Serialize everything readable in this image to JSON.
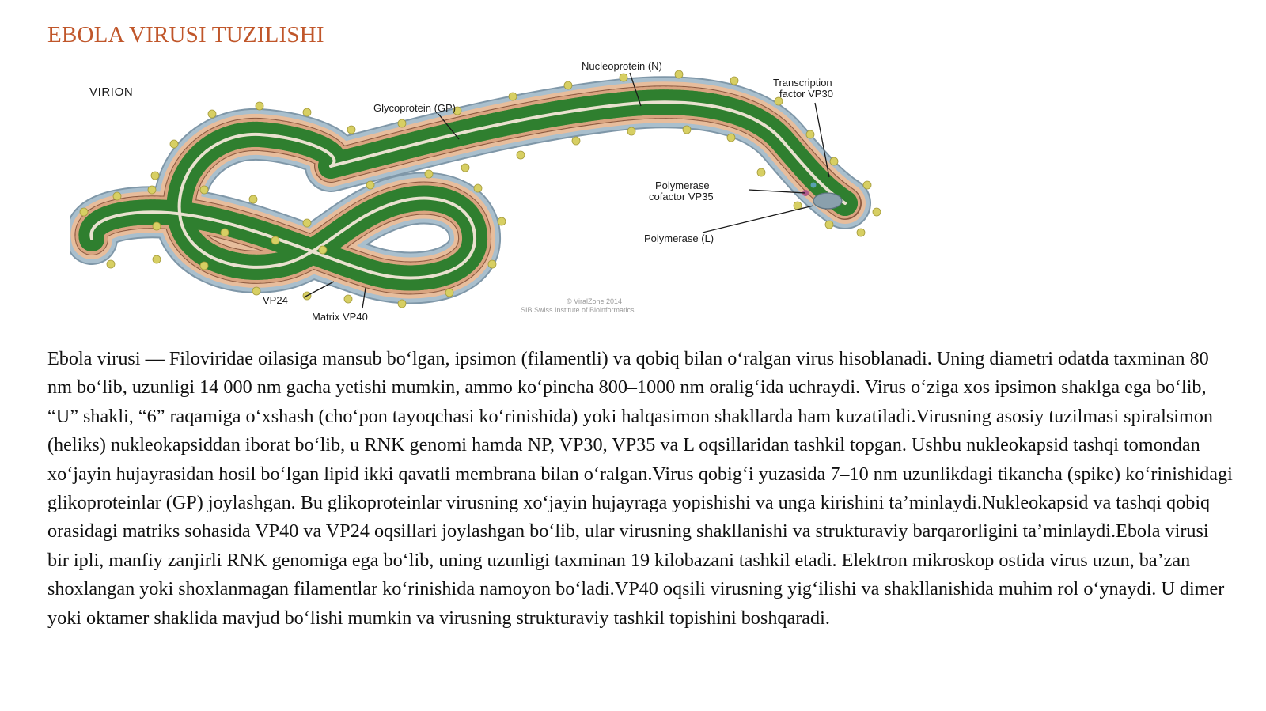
{
  "slide": {
    "title": "EBOLA VIRUSI TUZILISHI",
    "figure": {
      "virion_label": "VIRION",
      "labels": {
        "nucleoprotein": "Nucleoprotein (N)",
        "glycoprotein": "Glycoprotein (GP)",
        "transcription_line1": "Transcription",
        "transcription_line2": "factor VP30",
        "cofactor_line1": "Polymerase",
        "cofactor_line2": "cofactor VP35",
        "polymerase": "Polymerase (L)",
        "vp24": "VP24",
        "matrix": "Matrix VP40"
      },
      "credit_line1": "© ViralZone 2014",
      "credit_line2": "SIB Swiss Institute of Bioinformatics",
      "colors": {
        "membrane": "#9fb6c6",
        "matrix_layer": "#e7bd9c",
        "capsid_ring": "#9c6a4e",
        "nucleocapsid": "#3f9a3f",
        "spike": "#d7cf63",
        "title": "#c0562a"
      }
    },
    "body": "Ebola virusi — Filoviridae oilasiga mansub bo‘lgan, ipsimon (filamentli) va qobiq bilan o‘ralgan virus hisoblanadi. Uning diametri odatda taxminan 80 nm bo‘lib, uzunligi 14 000 nm gacha yetishi mumkin, ammo ko‘pincha 800–1000 nm oralig‘ida uchraydi. Virus o‘ziga xos ipsimon shaklga ega bo‘lib, “U” shakli, “6” raqamiga o‘xshash (cho‘pon tayoqchasi ko‘rinishida) yoki halqasimon shakllarda ham kuzatiladi.Virusning asosiy tuzilmasi spiralsimon (heliks) nukleokapsiddan iborat bo‘lib, u RNK genomi hamda NP, VP30, VP35 va L oqsillaridan tashkil topgan. Ushbu nukleokapsid tashqi tomondan xo‘jayin hujayrasidan hosil bo‘lgan lipid ikki qavatli membrana bilan o‘ralgan.Virus qobig‘i yuzasida 7–10 nm uzunlikdagi tikancha (spike) ko‘rinishidagi glikoproteinlar (GP) joylashgan. Bu glikoproteinlar virusning xo‘jayin hujayraga yopishishi va unga kirishini ta’minlaydi.Nukleokapsid va tashqi qobiq orasidagi matriks sohasida VP40 va VP24 oqsillari joylashgan bo‘lib, ular virusning shakllanishi va strukturaviy barqarorligini ta’minlaydi.Ebola virusi bir ipli, manfiy zanjirli RNK genomiga ega bo‘lib, uning uzunligi taxminan 19 kilobazani tashkil etadi. Elektron mikroskop ostida virus uzun, ba’zan shoxlangan yoki shoxlanmagan filamentlar ko‘rinishida namoyon bo‘ladi.VP40 oqsili virusning yig‘ilishi va shakllanishida muhim rol o‘ynaydi. U dimer yoki oktamer shaklida mavjud bo‘lishi mumkin va virusning strukturaviy tashkil topishini boshqaradi."
  }
}
